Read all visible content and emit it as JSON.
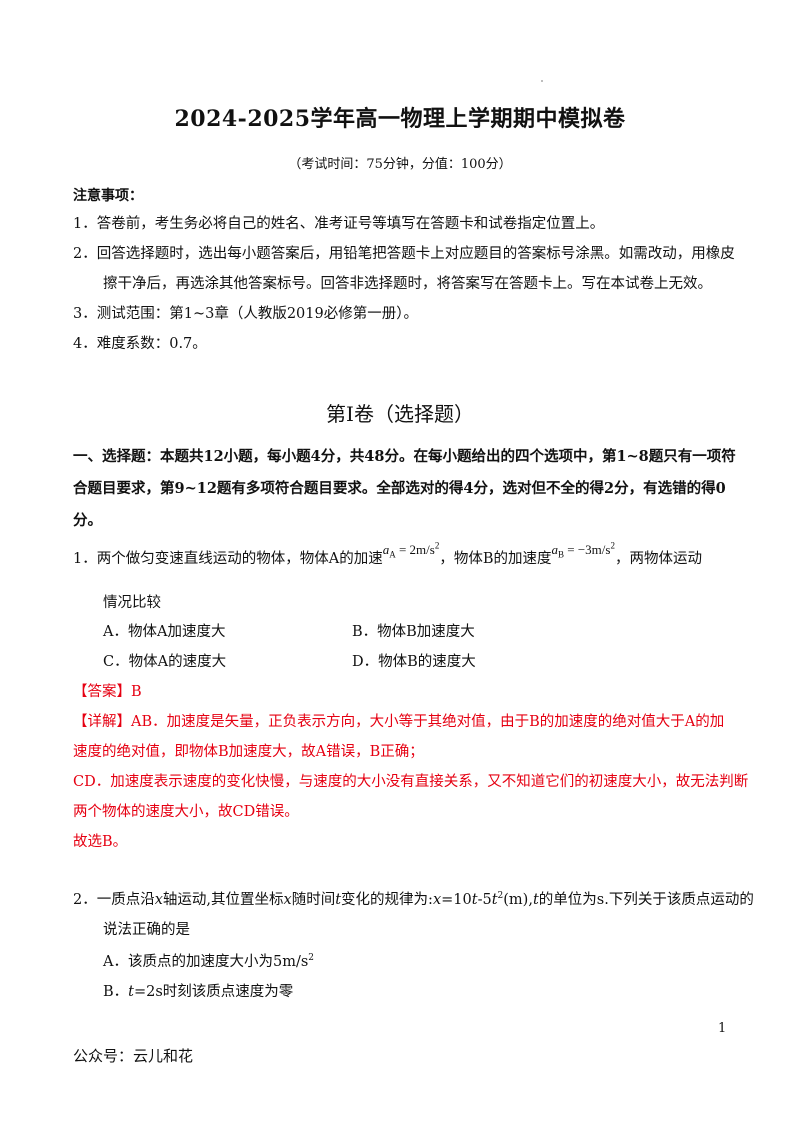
{
  "header": {
    "title": "2024-2025学年高一物理上学期期中模拟卷",
    "subtitle": "（考试时间：75分钟，分值：100分）"
  },
  "notice": {
    "heading": "注意事项：",
    "items": [
      "1．答卷前，考生务必将自己的姓名、准考证号等填写在答题卡和试卷指定位置上。",
      "2．回答选择题时，选出每小题答案后，用铅笔把答题卡上对应题目的答案标号涂黑。如需改动，用橡皮",
      "擦干净后，再选涂其他答案标号。回答非选择题时，将答案写在答题卡上。写在本试卷上无效。",
      "3．测试范围：第1~3章（人教版2019必修第一册）。",
      "4．难度系数：0.7。"
    ]
  },
  "section": {
    "title": "第Ⅰ卷（选择题）",
    "instructions": [
      "一、选择题：本题共12小题，每小题4分，共48分。在每小题给出的四个选项中，第1~8题只有一项符",
      "合题目要求，第9~12题有多项符合题目要求。全部选对的得4分，选对但不全的得2分，有选错的得0",
      "分。"
    ]
  },
  "q1": {
    "part1": "1．两个做匀变速直线运动的物体，物体A的加速",
    "formula_a": "a",
    "formula_a_sub": "A",
    "formula_a_val": " = 2m/s",
    "formula_a_sup": "2",
    "part2": "，物体B的加速度",
    "formula_b": "a",
    "formula_b_sub": "B",
    "formula_b_val": " = −3m/s",
    "formula_b_sup": "2",
    "part3": "，两物体运动",
    "line2": "情况比较",
    "option_a": "A．物体A加速度大",
    "option_b": "B．物体B加速度大",
    "option_c": "C．物体A的速度大",
    "option_d": "D．物体B的速度大",
    "answer": "【答案】B",
    "analysis": [
      "【详解】AB．加速度是矢量，正负表示方向，大小等于其绝对值，由于B的加速度的绝对值大于A的加",
      "速度的绝对值，即物体B加速度大，故A错误，B正确；",
      "CD．加速度表示速度的变化快慢，与速度的大小没有直接关系，又不知道它们的初速度大小，故无法判断",
      "两个物体的速度大小，故CD错误。",
      "故选B。"
    ]
  },
  "q2": {
    "line1_a": "2．一质点沿",
    "var_x": "x",
    "line1_b": "轴运动,其位置坐标",
    "var_x2": "x",
    "line1_c": "随时间",
    "var_t": "t",
    "line1_d": "变化的规律为:",
    "eq_x": "x",
    "eq_mid": "=10",
    "eq_t1": "t",
    "eq_mid2": "-5",
    "eq_t2": "t",
    "eq_sup": "2",
    "eq_end": "(m),",
    "var_t2": "t",
    "line1_e": "的单位为s.下列关于该质点运动的",
    "line2": "说法正确的是",
    "option_a": "A．该质点的加速度大小为5m/s",
    "option_a_sup": "2",
    "option_b_var": "t",
    "option_b": "=2s时刻该质点速度为零",
    "option_b_prefix": "B．"
  },
  "footer": {
    "page_number": "1",
    "watermark": "公众号：云儿和花"
  }
}
